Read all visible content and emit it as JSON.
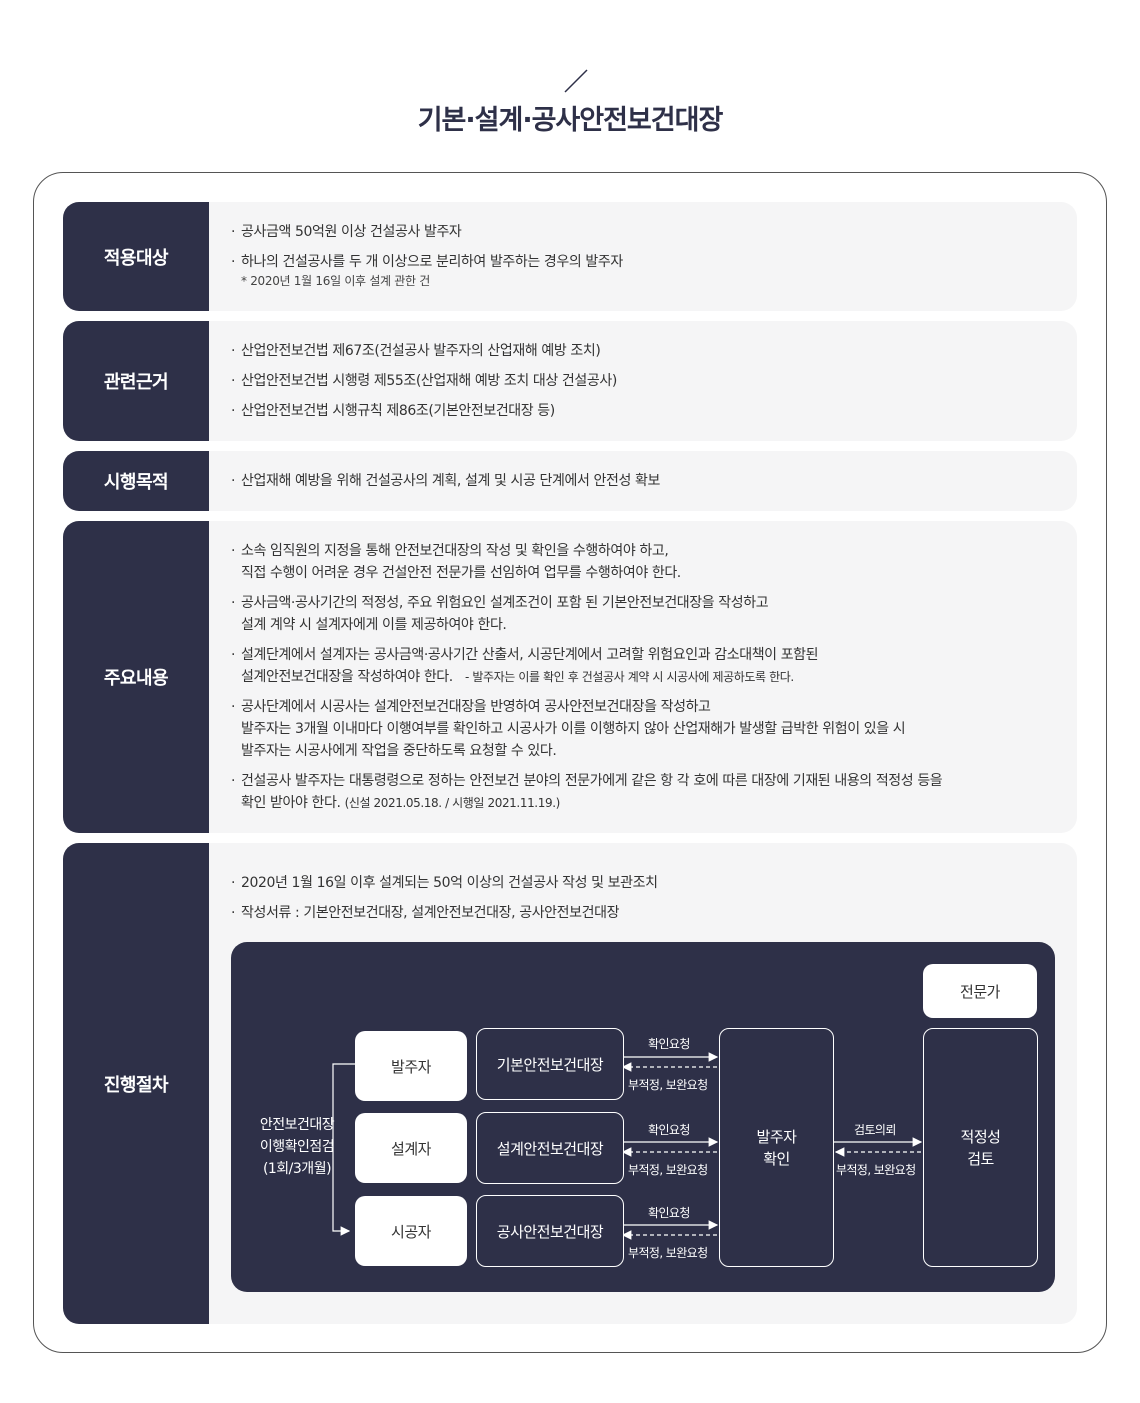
{
  "page": {
    "title": "기본·설계·공사안전보건대장"
  },
  "sections": {
    "target": {
      "heading": "적용대상",
      "items": [
        "공사금액 50억원 이상 건설공사 발주자",
        "하나의 건설공사를 두 개 이상으로 분리하여 발주하는 경우의 발주자"
      ],
      "note": "* 2020년 1월 16일 이후 설계 관한 건"
    },
    "basis": {
      "heading": "관련근거",
      "items": [
        "산업안전보건법 제67조(건설공사 발주자의 산업재해 예방 조치)",
        "산업안전보건법 시행령 제55조(산업재해 예방 조치 대상 건설공사)",
        "산업안전보건법 시행규칙 제86조(기본안전보건대장 등)"
      ]
    },
    "purpose": {
      "heading": "시행목적",
      "items": [
        "산업재해 예방을 위해 건설공사의 계획, 설계 및 시공 단계에서 안전성 확보"
      ]
    },
    "content": {
      "heading": "주요내용",
      "items": [
        {
          "line1": "소속 임직원의 지정을 통해 안전보건대장의 작성 및 확인을 수행하여야 하고,",
          "line2": "직접 수행이 어려운 경우 건설안전 전문가를 선임하여 업무를 수행하여야 한다."
        },
        {
          "line1": "공사금액·공사기간의 적정성, 주요 위험요인 설계조건이 포함 된 기본안전보건대장을 작성하고",
          "line2": "설계 계약 시 설계자에게 이를 제공하여야 한다."
        },
        {
          "line1": "설계단계에서 설계자는 공사금액·공사기간 산출서, 시공단계에서 고려할 위험요인과 감소대책이 포함된",
          "line2": "설계안전보건대장을 작성하여야 한다.",
          "line2_small": "- 발주자는 이를 확인 후 건설공사 계약 시 시공사에 제공하도록 한다."
        },
        {
          "line1": "공사단계에서 시공사는 설계안전보건대장을 반영하여 공사안전보건대장을 작성하고",
          "line2": "발주자는 3개월 이내마다 이행여부를 확인하고 시공사가 이를 이행하지 않아 산업재해가 발생할 급박한 위험이 있을 시",
          "line3": "발주자는 시공사에게 작업을 중단하도록 요청할 수 있다."
        },
        {
          "line1": "건설공사 발주자는 대통령령으로 정하는 안전보건 분야의 전문가에게 같은 항 각 호에 따른 대장에 기재된 내용의 적정성 등을",
          "line2": "확인 받아야 한다.",
          "line2_small": "(신설 2021.05.18. / 시행일 2021.11.19.)"
        }
      ]
    },
    "procedure": {
      "heading": "진행절차",
      "items": [
        "2020년 1월 16일 이후 설계되는 50억 이상의 건설공사 작성 및 보관조치",
        "작성서류 : 기본안전보건대장, 설계안전보건대장, 공사안전보건대장"
      ]
    }
  },
  "flow": {
    "left_label": [
      "안전보건대장",
      "이행확인점검",
      "(1회/3개월)"
    ],
    "actors": [
      "발주자",
      "설계자",
      "시공자"
    ],
    "documents": [
      "기본안전보건대장",
      "설계안전보건대장",
      "공사안전보건대장"
    ],
    "request_label": "확인요청",
    "return_label": "부적정, 보완요청",
    "owner_check": [
      "발주자",
      "확인"
    ],
    "review_request_label": "검토의뢰",
    "expert": "전문가",
    "review": [
      "적정성",
      "검토"
    ]
  }
}
